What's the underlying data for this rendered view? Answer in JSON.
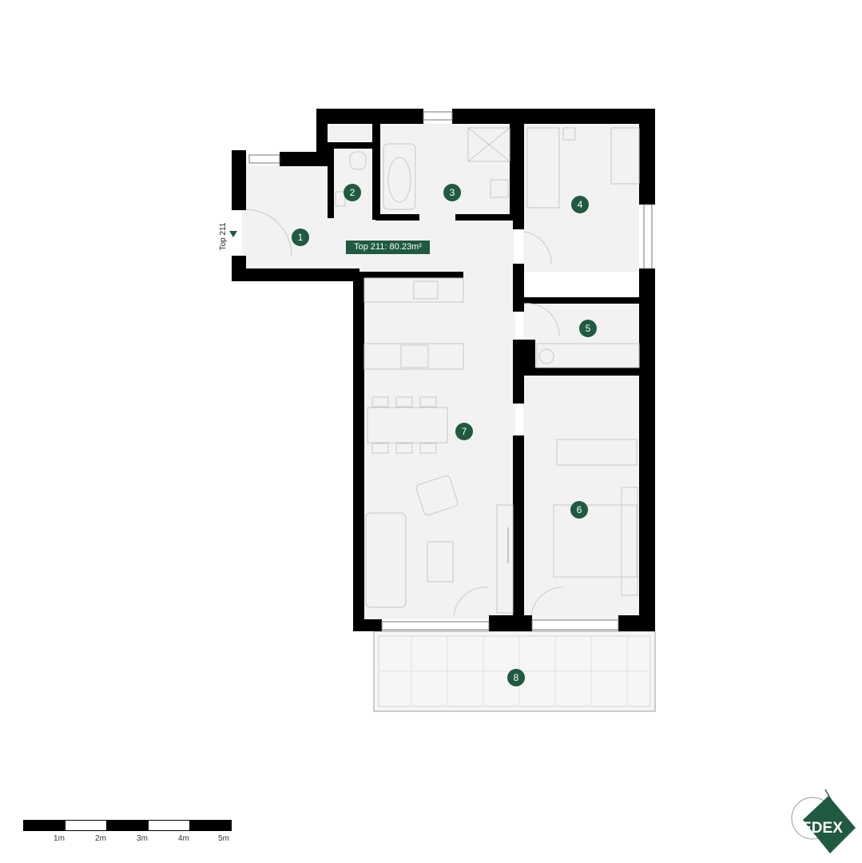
{
  "unit": {
    "label": "Top 211: 80.23m²",
    "entrance_label": "Top 211"
  },
  "rooms": [
    {
      "number": "1"
    },
    {
      "number": "2"
    },
    {
      "number": "3"
    },
    {
      "number": "4"
    },
    {
      "number": "5"
    },
    {
      "number": "6"
    },
    {
      "number": "7"
    },
    {
      "number": "8"
    }
  ],
  "scale_bar": {
    "ticks": [
      "1m",
      "2m",
      "3m",
      "4m",
      "5m"
    ]
  },
  "brand": {
    "logo_text": "EDEX",
    "color": "#1f5a41"
  },
  "colors": {
    "accent": "#1f5a41",
    "wall": "#000000",
    "floor": "#f3f3f3"
  }
}
